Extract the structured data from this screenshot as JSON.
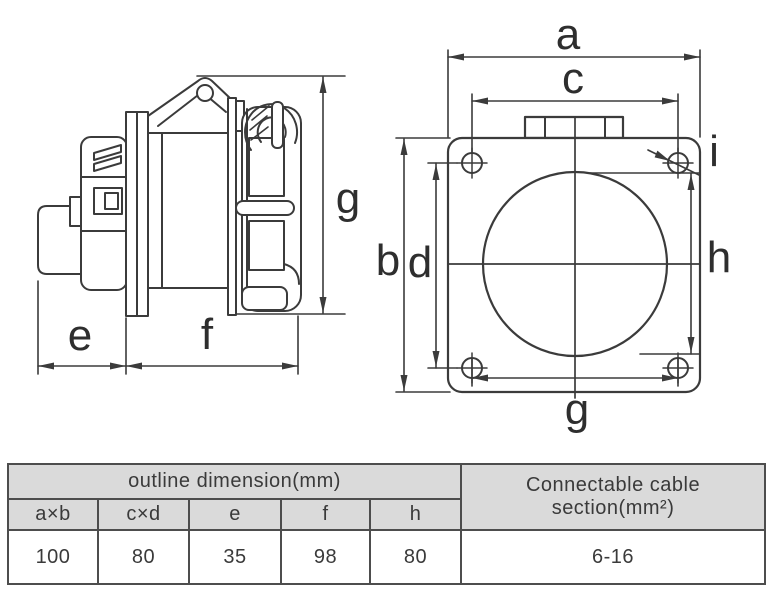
{
  "drawing": {
    "stroke_color": "#3b3b3b",
    "side_view": {
      "labels": {
        "g": "g",
        "e": "e",
        "f": "f"
      }
    },
    "front_view": {
      "labels": {
        "a": "a",
        "b": "b",
        "c": "c",
        "d": "d",
        "g": "g",
        "h": "h",
        "i": "i"
      }
    }
  },
  "table": {
    "outline_header": "outline dimension(mm)",
    "cable_header": "Connectable cable section(mm²)",
    "columns": [
      "a×b",
      "c×d",
      "e",
      "f",
      "h"
    ],
    "values": [
      "100",
      "80",
      "35",
      "98",
      "80"
    ],
    "cable_value": "6-16",
    "header_bg": "#dadada",
    "border_color": "#4d4d4d"
  }
}
